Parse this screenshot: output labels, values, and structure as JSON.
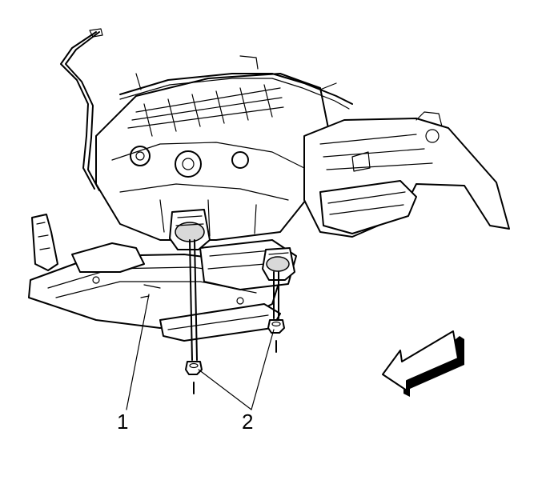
{
  "callouts": [
    {
      "id": "1",
      "text": "1"
    },
    {
      "id": "2",
      "text": "2"
    }
  ],
  "icons": {
    "direction_arrow": "front-direction-arrow-icon"
  },
  "colors": {
    "line": "#000000",
    "background": "#ffffff"
  }
}
